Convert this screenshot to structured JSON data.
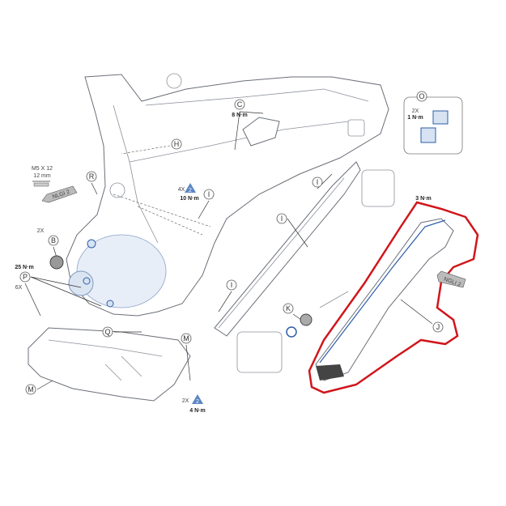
{
  "callouts": {
    "C": "C",
    "H": "H",
    "R": "R",
    "B": "B",
    "P": "P",
    "I1": "I",
    "I2": "I",
    "I3": "I",
    "I4": "I",
    "O": "O",
    "K": "K",
    "Q": "Q",
    "M1": "M",
    "M2": "M",
    "J": "J"
  },
  "annotations": {
    "c_torque": "8 N·m",
    "screw_size": "M5 X 12",
    "screw_length": "12 mm",
    "grease_left": "NLGI 2",
    "b_qty": "2X",
    "p_torque": "25 N·m",
    "p_qty": "6X",
    "i_qty": "4X",
    "i_threadlock": "2",
    "i_torque": "10 N·m",
    "o_qty": "2X",
    "o_torque": "1 N·m",
    "m_qty": "2X",
    "m_threadlock": "2",
    "m_torque": "4 N·m",
    "j_torque": "3 N·m",
    "grease_right": "NGLI 2"
  },
  "colors": {
    "highlight": "#d0161b",
    "part_blue": "#2d5ea8",
    "threadlock": "#5b86c5"
  }
}
